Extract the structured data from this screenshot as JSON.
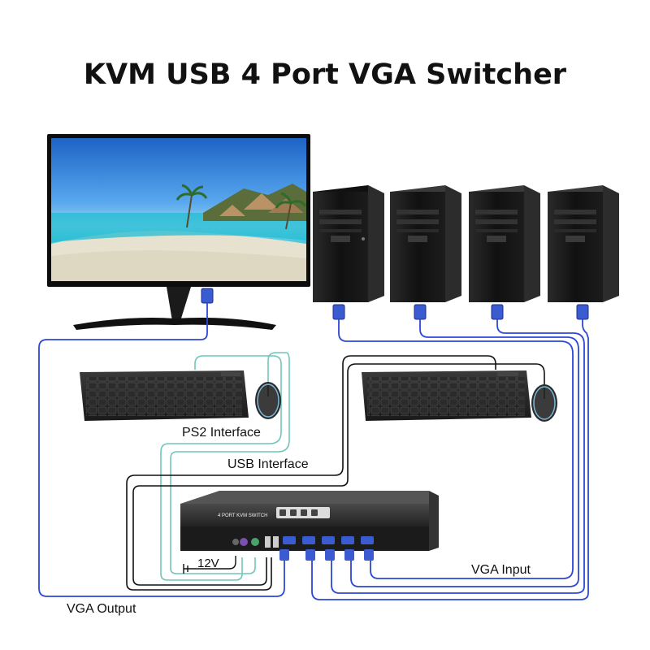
{
  "title": "KVM USB 4 Port VGA Switcher",
  "labels": {
    "ps2_interface": "PS2 Interface",
    "usb_interface": "USB Interface",
    "vga_input": "VGA Input",
    "vga_output": "VGA Output",
    "power": "12V",
    "switch_panel": "4 PORT KVM SWITCH"
  },
  "colors": {
    "vga_cable": "#2d47d6",
    "ps2_cable": "#6fc6b8",
    "usb_cable": "#111111",
    "vga_connector": "#3b5bd1"
  }
}
